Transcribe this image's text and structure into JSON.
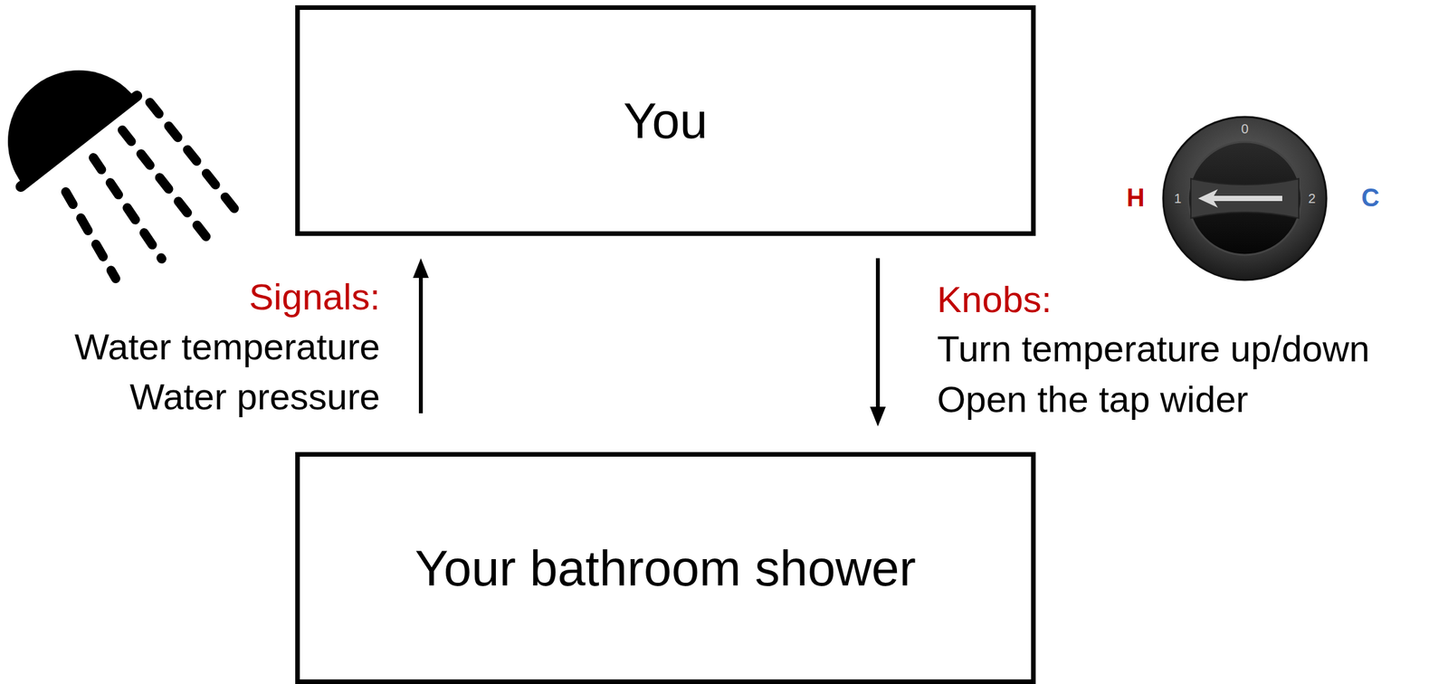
{
  "diagram": {
    "nodes": [
      {
        "text": [
          "You"
        ]
      },
      {
        "text": [
          "Your bathroom shower"
        ]
      }
    ],
    "edges": [
      {
        "from": 1,
        "to": 0,
        "arrow": "to"
      },
      {
        "from": 0,
        "to": 1,
        "arrow": "to"
      }
    ],
    "labels": [
      "Signals:",
      "Water temperature",
      "Water pressure",
      "Knobs:",
      "Turn temperature up/down",
      "Open the tap wider",
      "H",
      "C",
      "0",
      "1",
      "2"
    ]
  }
}
